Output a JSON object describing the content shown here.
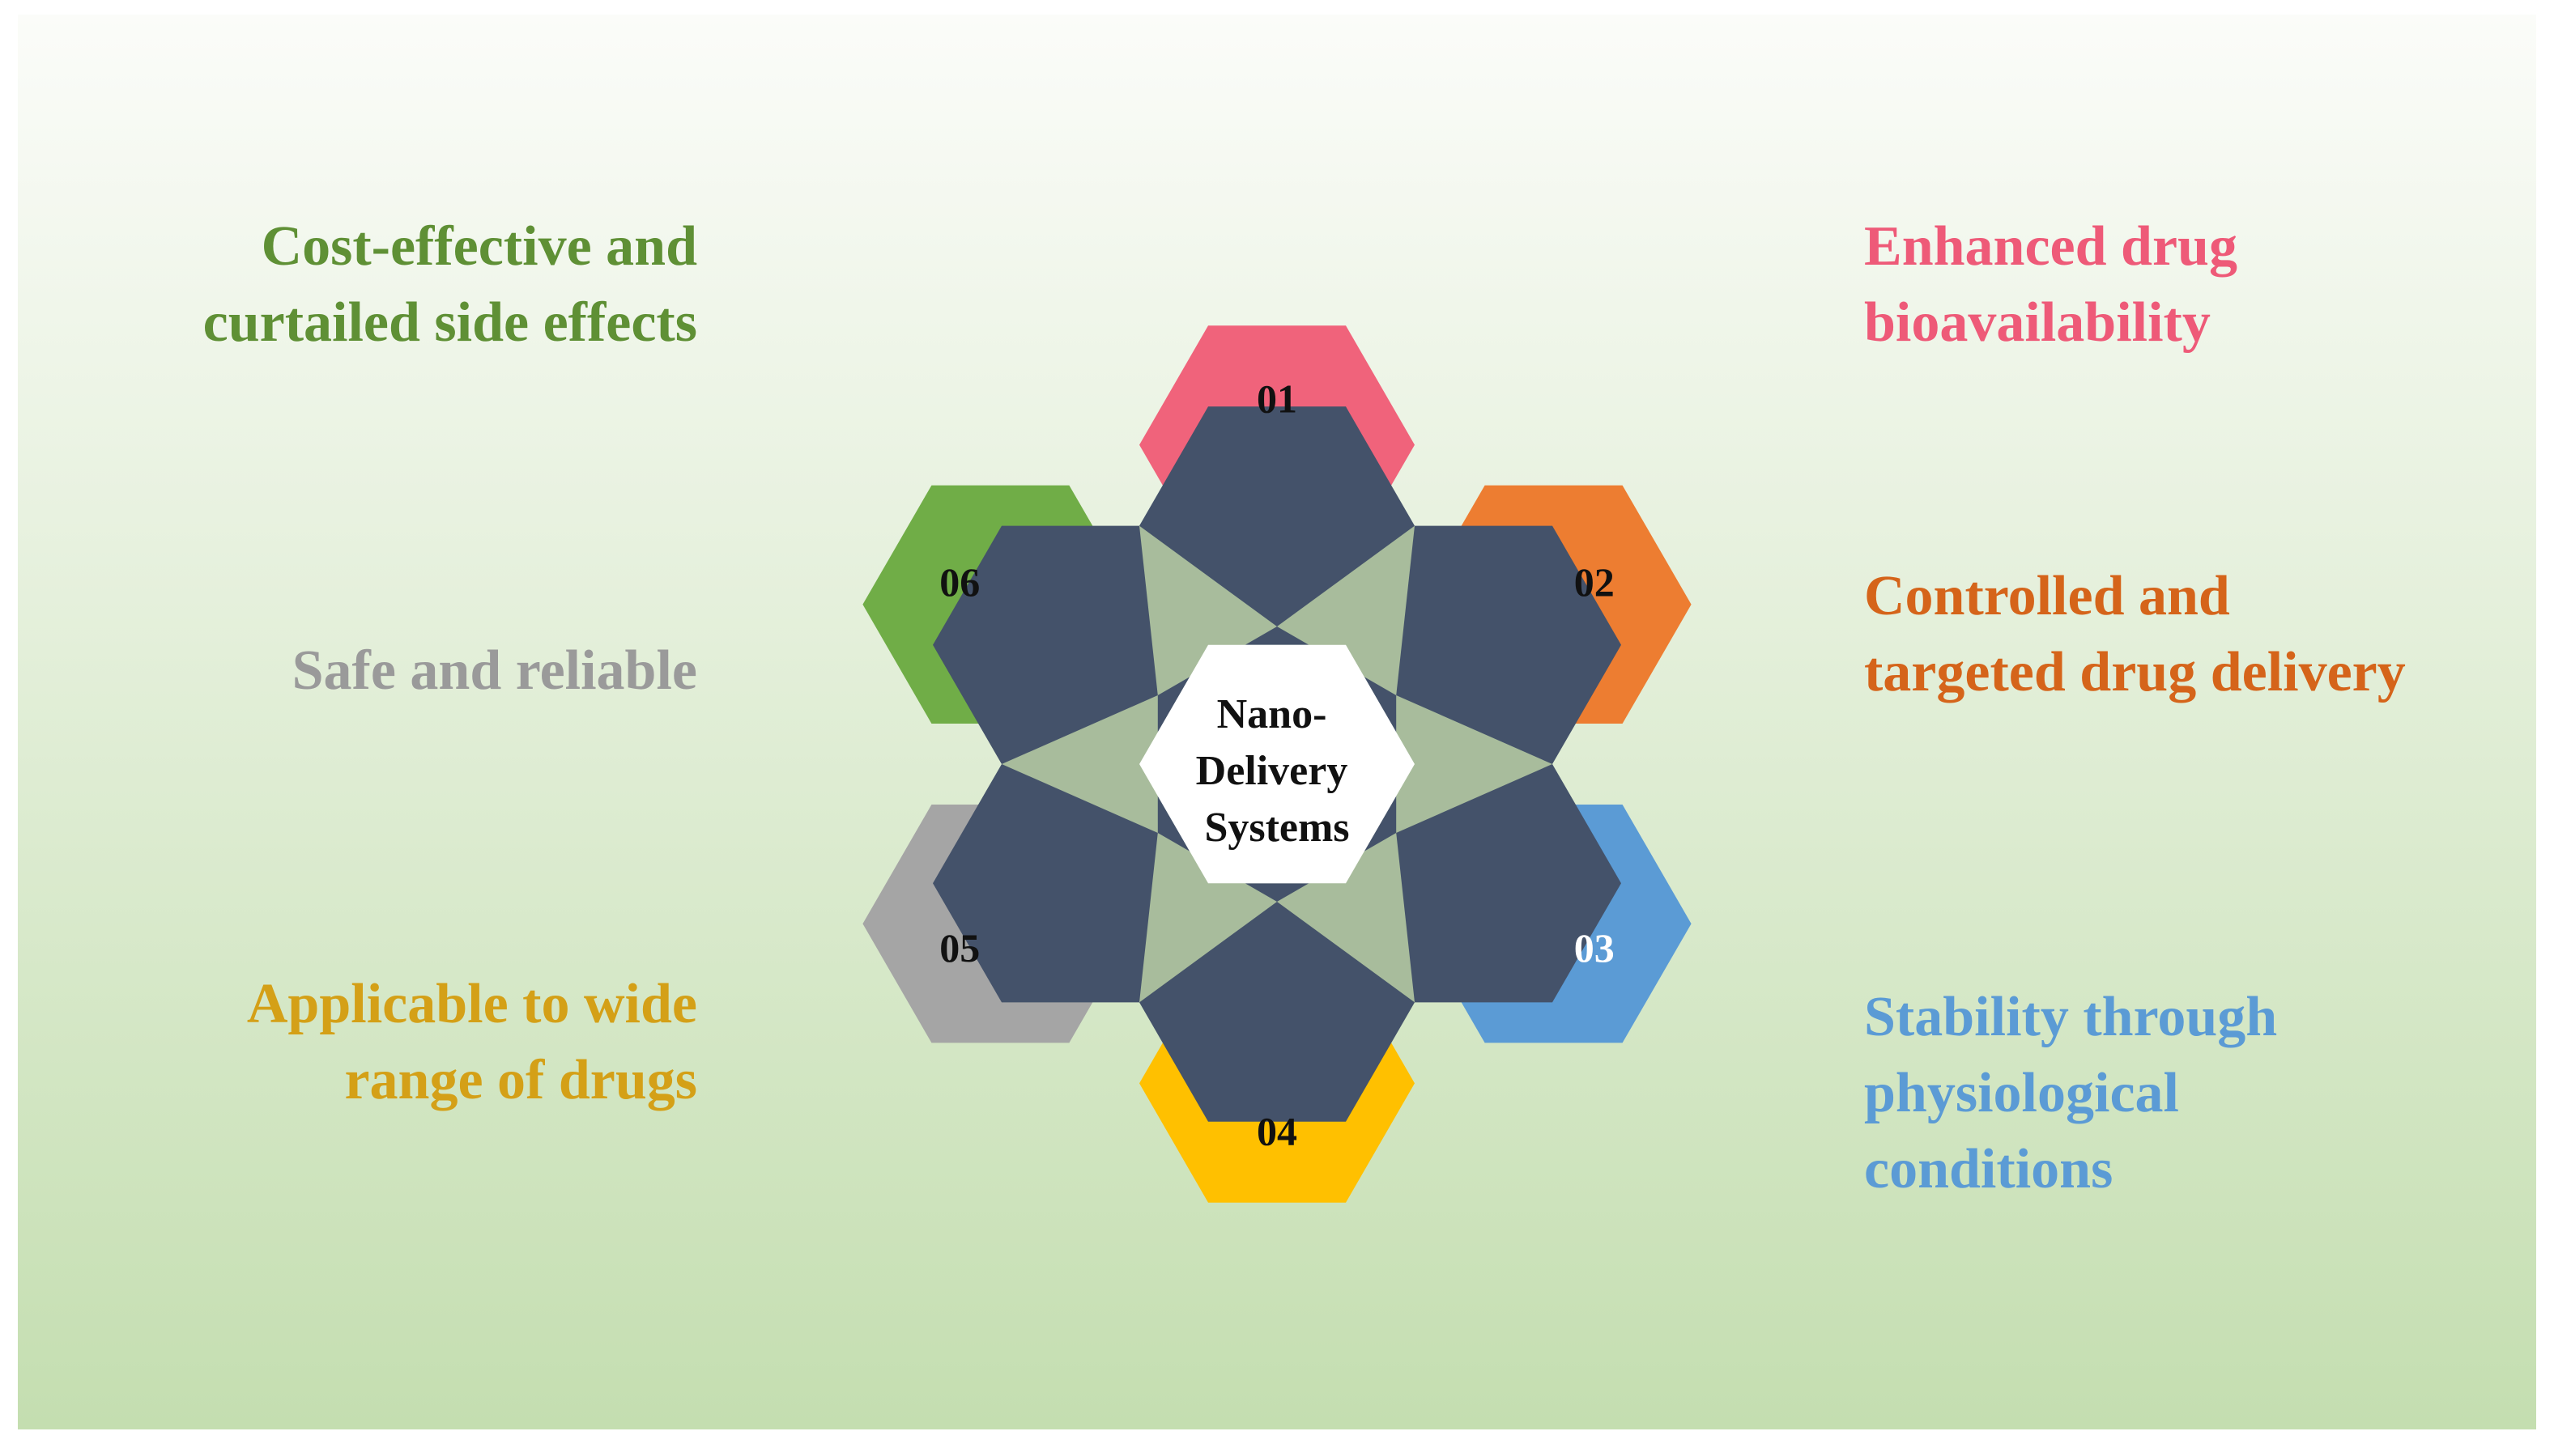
{
  "diagram": {
    "center_label": [
      "Nano-",
      "Delivery",
      "Systems"
    ],
    "core_color": "#44526a",
    "overlap_color": "#a8bc9c",
    "center_color": "#ffffff",
    "items": [
      {
        "number": "01",
        "lines": [
          "Enhanced drug",
          "bioavailability"
        ],
        "color": "#f0637b",
        "text_color": "#ee5a78",
        "number_color": "#111111"
      },
      {
        "number": "02",
        "lines": [
          "Controlled and",
          "targeted drug delivery"
        ],
        "color": "#ed7d31",
        "text_color": "#d5641a",
        "number_color": "#111111"
      },
      {
        "number": "03",
        "lines": [
          "Stability through",
          "physiological",
          "conditions"
        ],
        "color": "#5b9bd5",
        "text_color": "#5b9bd5",
        "number_color": "#ffffff"
      },
      {
        "number": "04",
        "lines": [
          "Applicable to wide",
          "range of drugs"
        ],
        "color": "#ffc000",
        "text_color": "#d4a017",
        "number_color": "#111111"
      },
      {
        "number": "05",
        "lines": [
          "Safe and reliable"
        ],
        "color": "#a5a5a5",
        "text_color": "#9a9a9a",
        "number_color": "#111111"
      },
      {
        "number": "06",
        "lines": [
          "Cost-effective and",
          "curtailed side effects"
        ],
        "color": "#70ad47",
        "text_color": "#5f9035",
        "number_color": "#111111"
      }
    ]
  }
}
